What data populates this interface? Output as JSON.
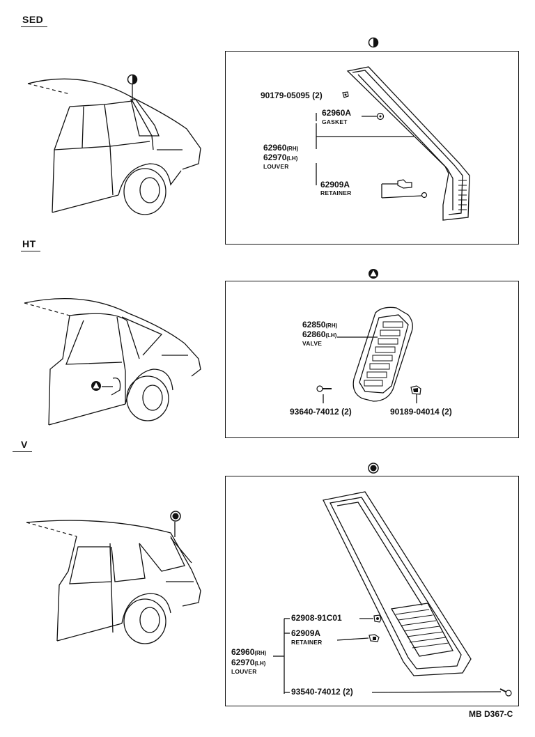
{
  "sections": [
    {
      "label": "SED",
      "marker": "half-circle-marker-icon",
      "parts": {
        "clip_no": "90179-05095",
        "clip_qty": "(2)",
        "gasket_no": "62960A",
        "gasket_name": "GASKET",
        "louver_rh_no": "62960",
        "louver_rh_side": "(RH)",
        "louver_lh_no": "62970",
        "louver_lh_side": "(LH)",
        "louver_name": "LOUVER",
        "retainer_no": "62909A",
        "retainer_name": "RETAINER"
      }
    },
    {
      "label": "HT",
      "marker": "triangle-marker-icon",
      "parts": {
        "valve_rh_no": "62850",
        "valve_rh_side": "(RH)",
        "valve_lh_no": "62860",
        "valve_lh_side": "(LH)",
        "valve_name": "VALVE",
        "screw_no": "93640-74012",
        "screw_qty": "(2)",
        "clip_no": "90189-04014",
        "clip_qty": "(2)"
      }
    },
    {
      "label": "V",
      "marker": "filled-circle-marker-icon",
      "parts": {
        "nut_no": "62908-91C01",
        "retainer_no": "62909A",
        "retainer_name": "RETAINER",
        "louver_rh_no": "62960",
        "louver_rh_side": "(RH)",
        "louver_lh_no": "62970",
        "louver_lh_side": "(LH)",
        "louver_name": "LOUVER",
        "screw_no": "93540-74012",
        "screw_qty": "(2)"
      }
    }
  ],
  "footer_code": "MB D367-C"
}
